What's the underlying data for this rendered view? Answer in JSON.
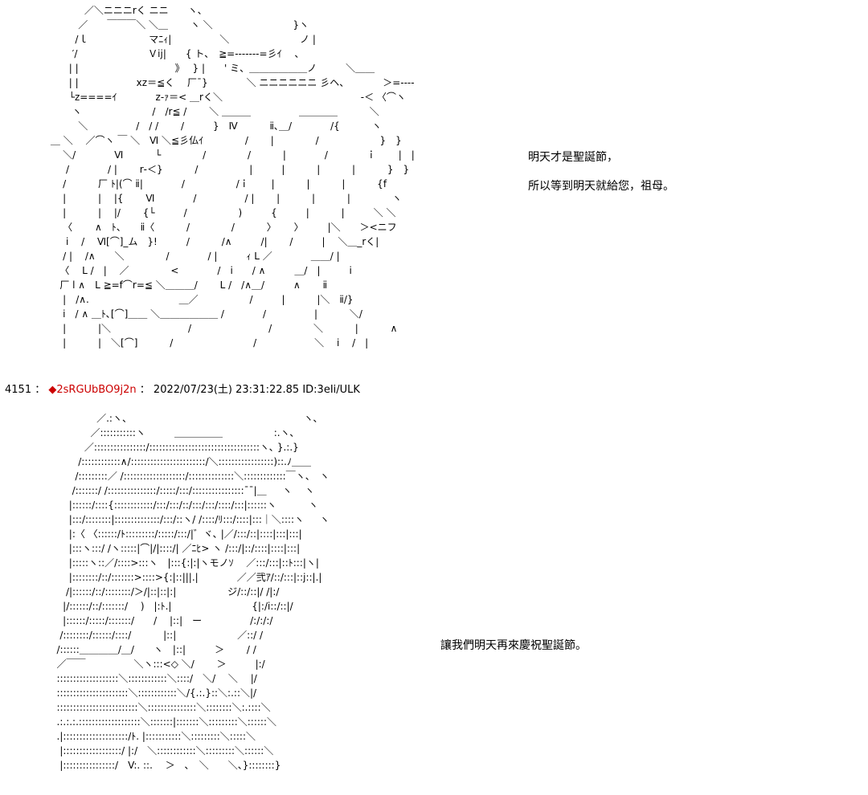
{
  "post1": {
    "aa_lines": [
      "                 ／＼ニニニrく ニニ　　ヽ、",
      "               ／　　￣￣￣＼ ＼＿　　 ヽ ＼ 　　　　　　　　}ヽ",
      "              /ｌ　　　　　　 マﾆｨ|　　　　　＼　　　　　　　 ノ |",
      "             ′/　　　　　　　 Ｖij|　　{ ト、　≧=‐‐‐‐‐‐‐=彡ｲ 　、",
      "            | |　　　　　　　　　　》　 } |　　' ミ、＿＿＿＿＿＿ノ　　　＼＿＿",
      "            | |　　　　　　xz＝≦く　 厂¯}　　　　＼ ニニニニニニ 彡ヘ、　　　　＞=‐‐‐‐",
      "            └z====ｲ　　　　z-ｧ＝< ＿rく＼　　　　　　　　　　　　　　 ‐＜ 〈⌒ヽ",
      "             ヽ　　　　　　　 /　/r≦ /　　 ＼ ＿＿＿　　　　　＿＿＿＿　　　 ＼",
      "               ＼　　　　　/　/ /　　 /　　　}　Ⅳ　　　 ⅱ､＿/　　　　/{　　　 ヽ",
      "      ＿ ＼　 ／⌒ヽ ￣ ＼　Ⅵ ＼≦彡仏ｲ　　　　 /　　 |　　　　 /　　　　　　 }　}",
      "          ＼/　　　　Ⅵ　　　 └　　　　 /　　　　 /　　　 |　　　　/　　　　ｉ　　 |　|",
      "           /　　　　/ |　　 r‐＜}　　　 /　　　　　 |　　　|　　　 |　　　 |　　　 }　}",
      "          /　　　 厂 ﾄ|(⌒ ⅱ|　　　　/　　　　　 /ｉ　　 |　　　 |　　　 |　　　 {f",
      "          |　　　 |　 |{　　 Ⅵ　　　　/　　　　　/ |　　 |　　　 |　　　 |　　　　 ヽ",
      "          |　　　 |　 |/　　 {└　　　/　　　　　 )　　　{　　　|　　　 |　　　＼ ＼",
      "          〈　　 ∧　ﾄ、　　ⅱ〈　　　 /　　　　 /　　　 〉　　 〉　　　|＼　　＞<ニフ",
      "           ⅰ　 /　 Ⅵ[⌒]_ム　}!　　　/　　　 /∧　　　/|　　 /　　　|　 ＼＿_rく|",
      "          / |　 /∧　　＼　　　　 /　　　　/ |　　　ｨ L ／　　　　＿＿/ |",
      "         〈　 L /　|　 ／　　　　 <　　　　/　ⅰ　　/ ∧　　　＿/　|　　　ⅰ",
      "         厂 l ∧　L ≧=f⌒r=≦ ＼＿＿＿/　　 L /　/∧＿/　　　∧　　 ⅱ",
      "          |　/∧.　　　　　　　　　 ＿／　　　　　 /　　　|　　　 |＼　ⅱ/}",
      "          ⅰ　/ ∧ ＿ﾄ､[⌒]＿＿ ＼＿＿＿＿＿＿ /　　　　/　　　　　|　　　 ＼/",
      "          |　　　 |＼　　　　　　　　/　　　　　　　　/　　　　 ＼　　　 |　　　 ∧",
      "          |　　　 |　＼[⌒]　　　 /　　　　　　　　 /　　　　　　＼　 ⅰ　 /　|"
    ],
    "text_lines": [
      "明天才是聖誕節，",
      "所以等到明天就給您，祖母。"
    ]
  },
  "post2": {
    "header": {
      "number": "4151",
      "separator": "：",
      "trip_marker": "◆",
      "trip": "2sRGUbBO9j2n",
      "datetime": "2022/07/23(土) 23:31:22.85",
      "id": "ID:3eIi/ULK"
    },
    "aa_lines": [
      "                     ／.:ヽ、　　　　　　　　　　　　　　　　　　 ヽ､",
      "                   ／:::::::::::ヽ　　　＿＿＿＿＿　 　　　　:.ヽ､",
      "                 ／::::::::::::::::/::::::::::::::::::::::::::::::::::ヽ､ }.:.}",
      "               /::::::::::::∧/:::::::::::::::::::::::/＼:::::::::::::::::)::.ﾉ＿＿",
      "              /:::::::::／ /:::::::::::::::::::/::::::::::::::＼:::::::::::::￣ヽ、　ヽ",
      "             /:::::::/ /:::::::::::::::/:::::/:::/::::::::::::::::¯¯|＿ 　 ヽ 　ヽ",
      "            |::::::/::::{::::::::::::/:::/:::/::/:::/:::/::::/:::|::::::ヽ 　　　ヽ",
      "            |:::/::::::::|::::::::::::::/:::/::ヽ/ /::::/ﾘ:::/::::|:::｜＼::::ヽ 　 ヽ",
      "            |:〈 〈::::::/ﾄ:::::::::/:::::/:::/|゛ヾ､ |／/:::/::|::::|:::|:::|",
      "            |:::ヽ:::/ /ヽ:::::|⌒|/|::::/| ／ﾆﾋ> ヽ /:::/|::/::::|::::|:::|",
      "            |:::::ヽ::／/::::>:::ヽ　|:::{:|:|ヽモノｿ　 ／:::/:::|::ﾄ:::|ヽ|",
      "            |::::::::/::/:::::::>::::>{:|::|||.|　　　　／／弐ｱ/::/:::|::j::|.|",
      "           /|::::::/::/::::::::/＞/|::|::|:|　　　　　 ジ/::/::|/ /|:/",
      "          |/::::::/::/:::::::/　 )　|:ﾄ.|　　　　　　　　 {|:/i::/::|/",
      "          |::::::/:::::/:::::::/　　/　 |::|　ー　　　　　/:/:/:/",
      "         /::::::::/::::::/::::/　　　 |::|　　　　　　 ／::/ /",
      "        /::::::＿＿＿＿/＿/　　ヽ　|::|　　　＞　　 / /",
      "        ／￣￣　　　　　＼ヽ:::<◇ ＼/　　 ＞　　　|:/",
      "        :::::::::::::::::::＼::::::::::::＼::::/　＼/　 ＼　 |/",
      "        ::::::::::::::::::::::＼::::::::::::＼/{.:.}::＼:.::＼|/",
      "        :::::::::::::::::::::::::＼:::::::::::::::＼::::::::＼:.::::＼",
      "        .:.:.:.:::::::::::::::::::＼:::::::|:::::::＼:::::::::＼::::::＼",
      "        .|::::::::::::::::::::/ﾄ. |:::::::::::＼:::::::::＼:::::＼",
      "         |::::::::::::::::::/ |:/　＼::::::::::::＼:::::::::＼::::::＼",
      "         |::::::::::::::::/　V:. ::.　 ＞　､　＼　　＼、}::::::::}"
    ],
    "text_lines": [
      "讓我們明天再來慶祝聖誕節。"
    ]
  },
  "colors": {
    "trip": "#cc0000",
    "text": "#000000"
  }
}
